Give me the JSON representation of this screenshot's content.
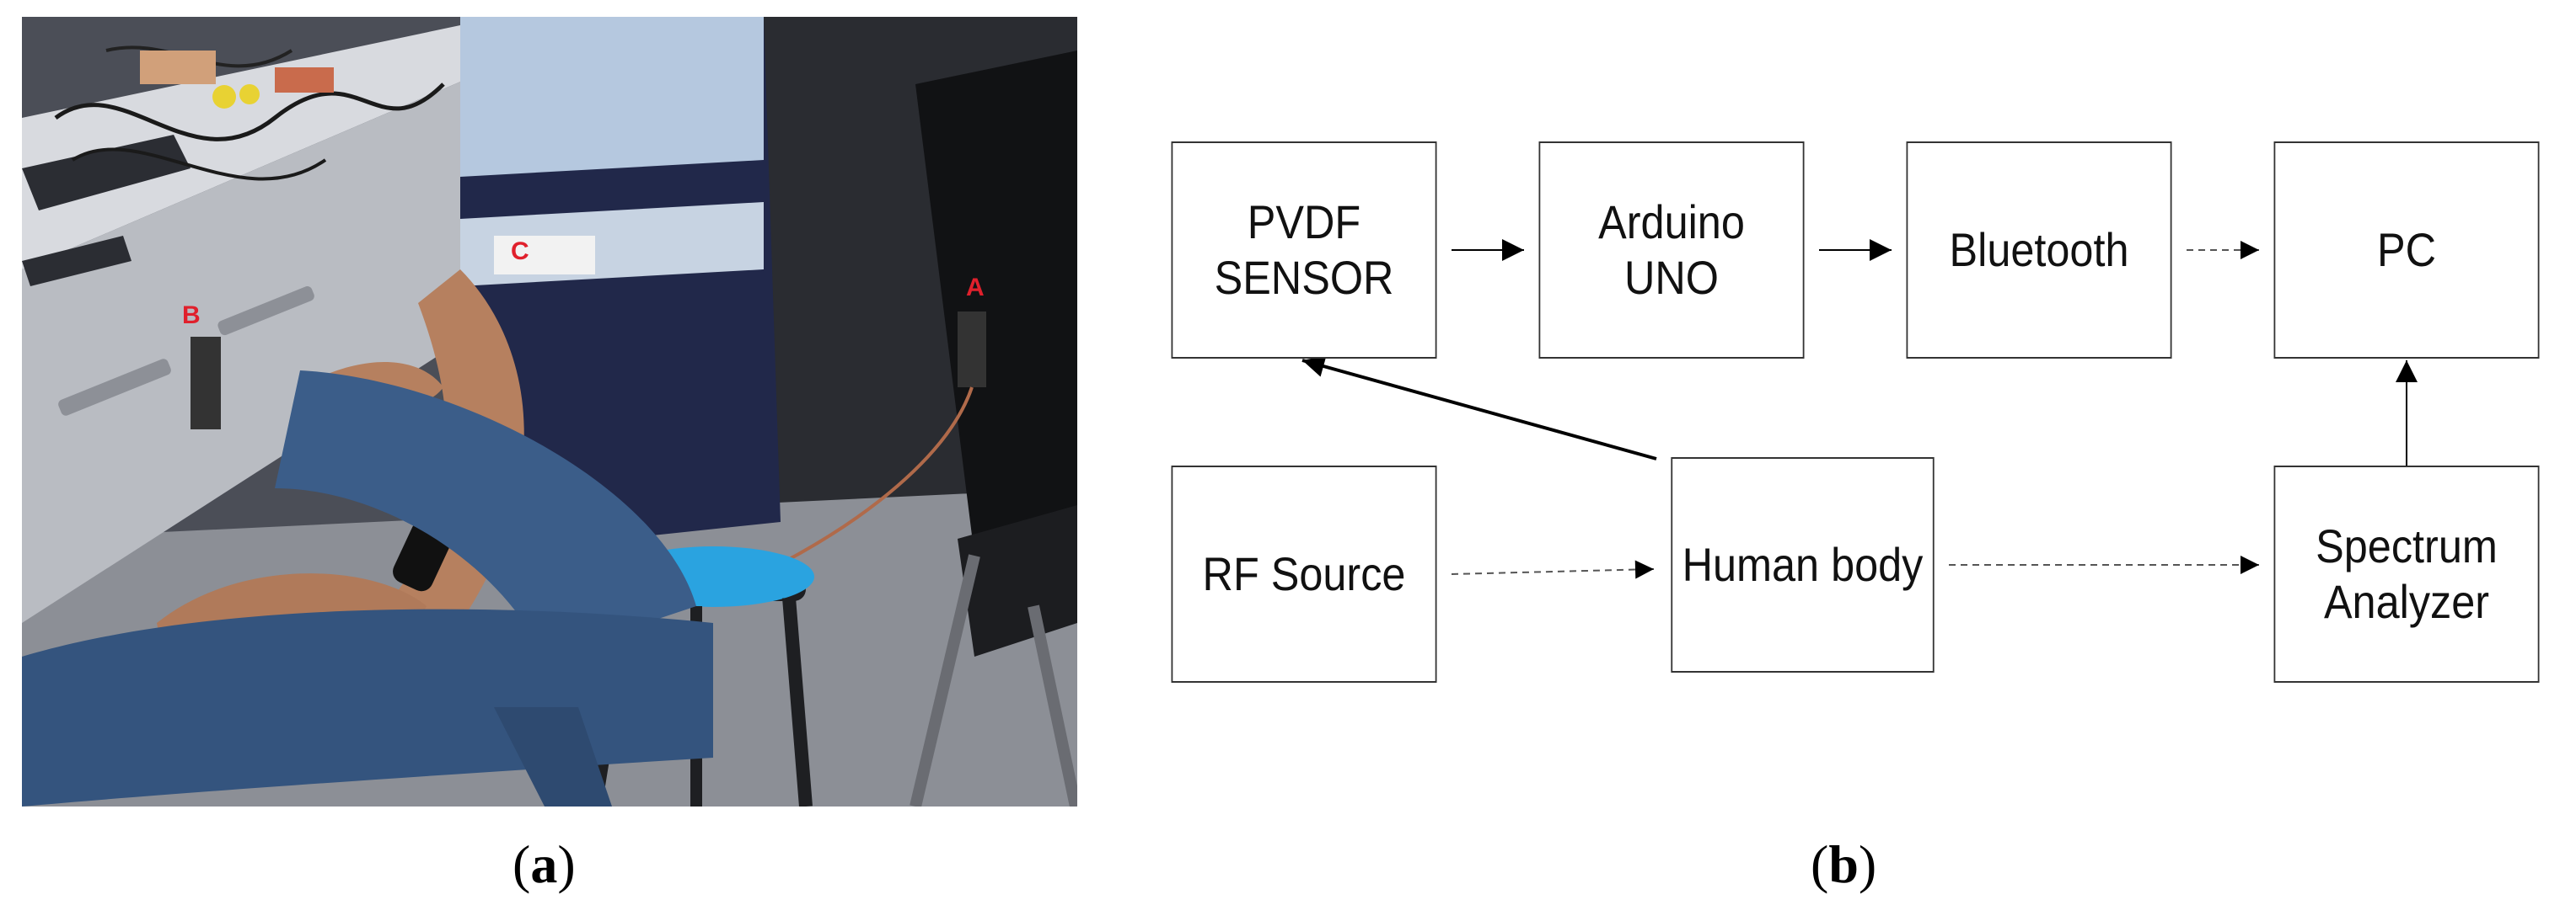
{
  "panel_a": {
    "caption_open": "(",
    "caption_letter": "a",
    "caption_close": ")",
    "markers": {
      "a": "A",
      "b": "B",
      "c": "C"
    }
  },
  "panel_b": {
    "caption_open": "(",
    "caption_letter": "b",
    "caption_close": ")",
    "boxes": {
      "pvdf_line1": "PVDF",
      "pvdf_line2": "SENSOR",
      "arduino_line1": "Arduino",
      "arduino_line2": "UNO",
      "bluetooth": "Bluetooth",
      "pc": "PC",
      "rf_source": "RF Source",
      "human_body": "Human body",
      "spectrum_line1": "Spectrum",
      "spectrum_line2": "Analyzer"
    }
  },
  "colors": {
    "line": "#000000",
    "dashed": "#555555",
    "marker": "#e0202c"
  }
}
